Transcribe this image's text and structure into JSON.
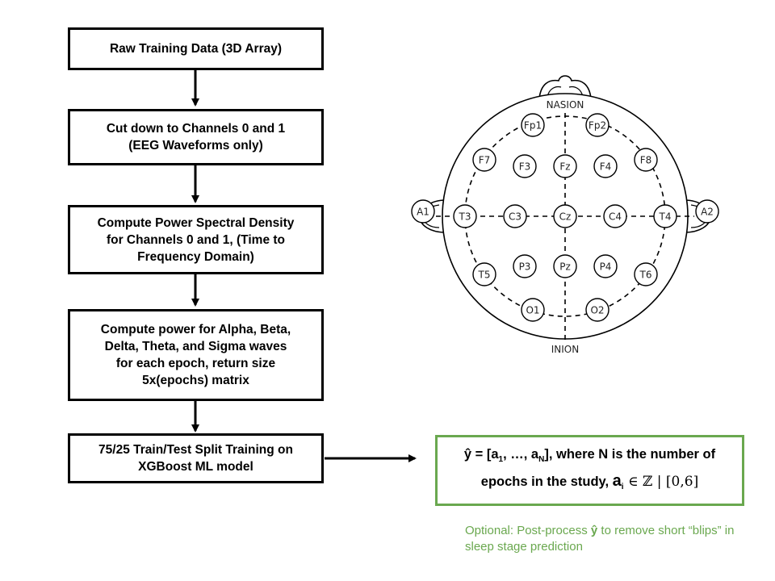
{
  "flowchart": {
    "steps": [
      {
        "lines": [
          "Raw Training Data (3D Array)"
        ]
      },
      {
        "lines": [
          "Cut down to Channels 0 and 1",
          "(EEG Waveforms only)"
        ]
      },
      {
        "lines": [
          "Compute Power Spectral Density",
          "for Channels 0 and 1, (Time to",
          "Frequency Domain)"
        ]
      },
      {
        "lines": [
          "Compute power for Alpha, Beta,",
          "Delta, Theta, and Sigma waves",
          "for each epoch, return size",
          "5x(epochs) matrix"
        ]
      },
      {
        "lines": [
          "75/25 Train/Test Split Training on",
          "XGBoost ML model"
        ]
      }
    ]
  },
  "head_diagram": {
    "top_label": "NASION",
    "bottom_label": "INION",
    "electrodes": [
      "Fp1",
      "Fp2",
      "F7",
      "F3",
      "Fz",
      "F4",
      "F8",
      "A1",
      "T3",
      "C3",
      "Cz",
      "C4",
      "T4",
      "A2",
      "T5",
      "P3",
      "Pz",
      "P4",
      "T6",
      "O1",
      "O2"
    ]
  },
  "output": {
    "line1_pre": "ŷ = [a",
    "sub1": "1",
    "line1_mid": ", …, a",
    "subN": "N",
    "line1_post": "], where N is the number of",
    "line2_pre": "epochs in the study, ",
    "big_a": "a",
    "sub_i": "i",
    "math": " ∈ ℤ | [0,6]"
  },
  "note": {
    "pre": "Optional: Post-process ",
    "bold": "ŷ",
    "post": " to remove short “blips” in sleep stage prediction"
  },
  "colors": {
    "accent_green": "#6aa84f",
    "stroke": "#000000"
  }
}
